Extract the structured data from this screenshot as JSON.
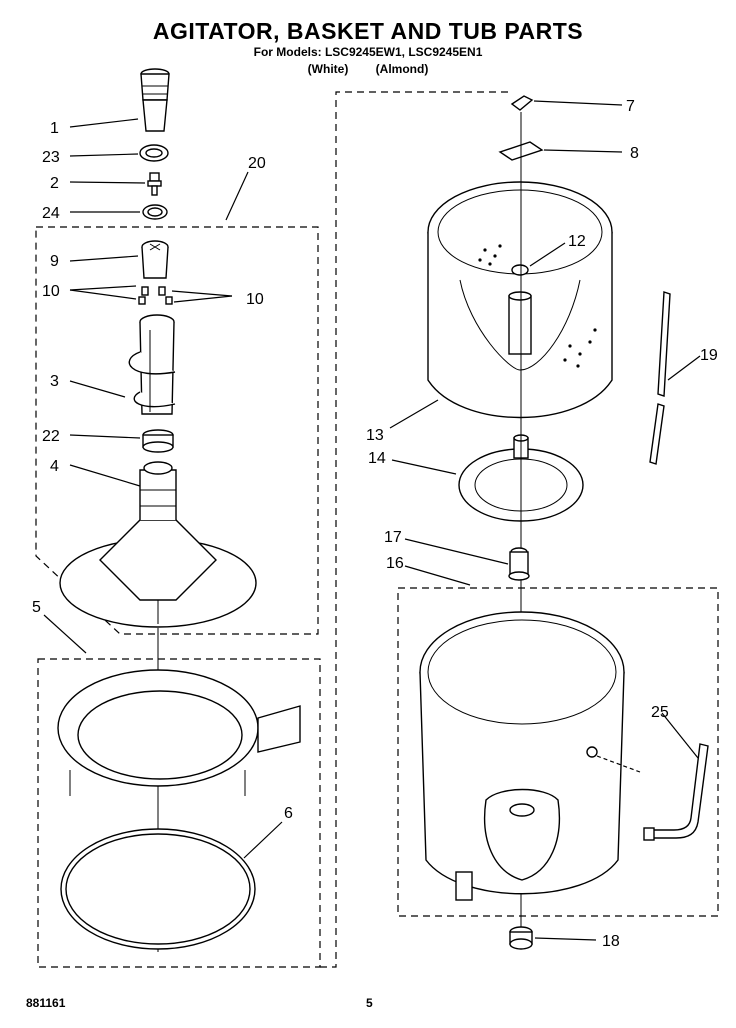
{
  "header": {
    "title": "AGITATOR, BASKET AND TUB PARTS",
    "models_line": "For Models: LSC9245EW1, LSC9245EN1",
    "color_white": "(White)",
    "color_almond": "(Almond)"
  },
  "footer": {
    "doc_number": "881161",
    "page_number": "5"
  },
  "callouts": {
    "c1": "1",
    "c23": "23",
    "c2": "2",
    "c24": "24",
    "c20": "20",
    "c9": "9",
    "c10a": "10",
    "c10b": "10",
    "c3": "3",
    "c22": "22",
    "c4": "4",
    "c5": "5",
    "c6": "6",
    "c7": "7",
    "c8": "8",
    "c12": "12",
    "c13": "13",
    "c14": "14",
    "c19": "19",
    "c17": "17",
    "c16": "16",
    "c25": "25",
    "c18": "18"
  }
}
